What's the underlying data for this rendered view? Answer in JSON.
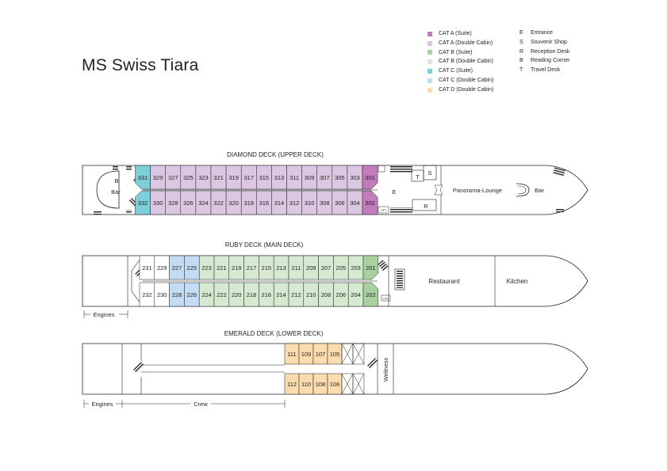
{
  "title": "MS Swiss Tiara",
  "legend": {
    "categories": [
      {
        "label": "CAT A (Suite)",
        "color": "#c27bbb"
      },
      {
        "label": "CAT A (Double Cabin)",
        "color": "#dbc7e1"
      },
      {
        "label": "CAT B (Suite)",
        "color": "#a9d19f"
      },
      {
        "label": "CAT B (Double Cabin)",
        "color": "#d5ead1"
      },
      {
        "label": "CAT C (Suite)",
        "color": "#7ccfd8"
      },
      {
        "label": "CAT C (Double Cabin)",
        "color": "#c3dcf3"
      },
      {
        "label": "CAT D (Double Cabin)",
        "color": "#fadcae"
      }
    ],
    "facilities": [
      {
        "code": "E",
        "label": "Entrance"
      },
      {
        "code": "S",
        "label": "Souvenir Shop"
      },
      {
        "code": "R",
        "label": "Reception Desk"
      },
      {
        "code": "B",
        "label": "Reading Corner"
      },
      {
        "code": "T",
        "label": "Travel Desk"
      }
    ]
  },
  "decks": {
    "diamond": {
      "name": "DIAMOND DECK (UPPER DECK)",
      "top_cabins": [
        "331",
        "329",
        "327",
        "325",
        "323",
        "321",
        "319",
        "317",
        "315",
        "313",
        "311",
        "309",
        "307",
        "305",
        "303",
        "301"
      ],
      "bottom_cabins": [
        "332",
        "330",
        "328",
        "326",
        "324",
        "322",
        "320",
        "318",
        "316",
        "314",
        "312",
        "310",
        "308",
        "306",
        "304",
        "302"
      ],
      "top_categories": [
        "C-suite",
        "A-double",
        "A-double",
        "A-double",
        "A-double",
        "A-double",
        "A-double",
        "A-double",
        "A-double",
        "A-double",
        "A-double",
        "A-double",
        "A-double",
        "A-double",
        "A-double",
        "A-suite"
      ],
      "bottom_categories": [
        "C-suite",
        "A-double",
        "A-double",
        "A-double",
        "A-double",
        "A-double",
        "A-double",
        "A-double",
        "A-double",
        "A-double",
        "A-double",
        "A-double",
        "A-double",
        "A-double",
        "A-double",
        "A-suite"
      ],
      "labels": {
        "b": "B",
        "bar_aft": "Bar",
        "t": "T",
        "s": "S",
        "e": "E",
        "r": "R",
        "lounge": "Panorama-Lounge",
        "bar_fwd": "Bar",
        "lift": "LIFT"
      }
    },
    "ruby": {
      "name": "RUBY DECK (MAIN DECK)",
      "top_cabins": [
        "231",
        "229",
        "227",
        "225",
        "223",
        "221",
        "219",
        "217",
        "215",
        "213",
        "211",
        "209",
        "207",
        "205",
        "203",
        "201"
      ],
      "bottom_cabins": [
        "232",
        "230",
        "228",
        "226",
        "224",
        "222",
        "220",
        "218",
        "216",
        "214",
        "212",
        "210",
        "208",
        "206",
        "204",
        "202"
      ],
      "top_categories": [
        "none",
        "none",
        "C-double",
        "C-double",
        "B-double",
        "B-double",
        "B-double",
        "B-double",
        "B-double",
        "B-double",
        "B-double",
        "B-double",
        "B-double",
        "B-double",
        "B-double",
        "B-suite"
      ],
      "bottom_categories": [
        "none",
        "none",
        "C-double",
        "C-double",
        "B-double",
        "B-double",
        "B-double",
        "B-double",
        "B-double",
        "B-double",
        "B-double",
        "B-double",
        "B-double",
        "B-double",
        "B-double",
        "B-suite"
      ],
      "labels": {
        "restaurant": "Restaurant",
        "kitchen": "Kitchen",
        "engines": "Engines",
        "lift": "LIFT"
      }
    },
    "emerald": {
      "name": "EMERALD DECK (LOWER DECK)",
      "top_cabins": [
        "111",
        "109",
        "107",
        "105"
      ],
      "bottom_cabins": [
        "112",
        "110",
        "108",
        "106"
      ],
      "labels": {
        "wellness": "Wellness",
        "engines": "Engines",
        "crew": "Crew"
      }
    }
  },
  "colors": {
    "A-suite": "#c27bbb",
    "A-double": "#dbc7e1",
    "B-suite": "#a9d19f",
    "B-double": "#d5ead1",
    "C-suite": "#7ccfd8",
    "C-double": "#c3dcf3",
    "D-double": "#fadcae",
    "none": "#ffffff",
    "hull": "#231f20"
  }
}
